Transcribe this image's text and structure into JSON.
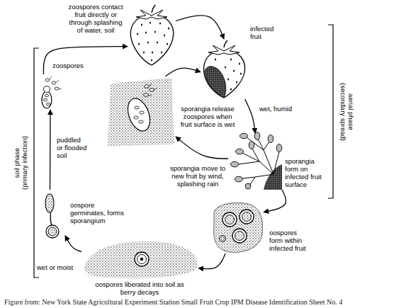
{
  "diagram": {
    "caption": "Figure from: New York State Agricultural Experiment Station Small Fruit Crop IPM Disease Identification Sheet No. 4",
    "nodes": [
      {
        "text": [
          "zoospores contact fruit directly or through splashing of water, soil"
        ]
      },
      {
        "text": [
          "infected fruit"
        ]
      },
      {
        "text": [
          "sporangia release zoospores when fruit surface is wet"
        ]
      },
      {
        "text": [
          "sporangia form on infected fruit surface"
        ]
      },
      {
        "text": [
          "oospores form within infected fruit"
        ]
      },
      {
        "text": [
          "oospores liberated into soil as berry decays"
        ]
      },
      {
        "text": [
          "oospore germinates, forms sporangium"
        ]
      },
      {
        "text": [
          "zoospores"
        ]
      }
    ],
    "edges": [
      {
        "from": 0,
        "to": 1,
        "arrow": "to"
      },
      {
        "from": 1,
        "to": 3,
        "label": "wet, humid",
        "arrow": "to"
      },
      {
        "from": 3,
        "to": 2,
        "label": "sporangia move to new fruit by wind, splashing rain",
        "arrow": "to"
      },
      {
        "from": 2,
        "to": 1,
        "arrow": "to"
      },
      {
        "from": 3,
        "to": 4,
        "arrow": "to"
      },
      {
        "from": 4,
        "to": 5,
        "arrow": "to"
      },
      {
        "from": 5,
        "to": 6,
        "label": "wet or moist",
        "arrow": "to"
      },
      {
        "from": 6,
        "to": 7,
        "label": "puddled or flooded soil",
        "arrow": "to"
      },
      {
        "from": 7,
        "to": 0,
        "arrow": "to"
      }
    ],
    "labels": [
      "aerial phase (secondary spread)",
      "soil phase (primary infection)"
    ]
  }
}
